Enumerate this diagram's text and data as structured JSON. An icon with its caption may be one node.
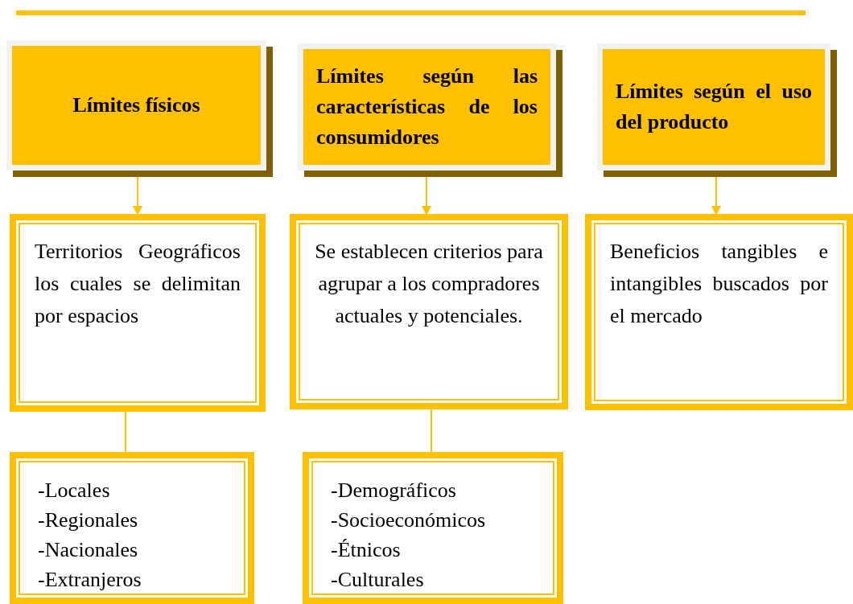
{
  "diagram": {
    "nodes": [
      {
        "text": [
          "Límites físicos"
        ]
      },
      {
        "text": [
          "Límites según las características de los consumidores"
        ]
      },
      {
        "text": [
          "Límites según el uso del producto"
        ]
      },
      {
        "text": [
          "Territorios Geográficos los cuales se delimitan por espacios"
        ]
      },
      {
        "text": [
          "Se establecen criterios para agrupar a los compradores actuales y potenciales."
        ]
      },
      {
        "text": [
          "Beneficios tangibles e intangibles buscados por el mercado"
        ]
      },
      {
        "text": [
          "-Locales",
          "-Regionales",
          "-Nacionales",
          "-Extranjeros"
        ]
      },
      {
        "text": [
          "-Demográficos",
          "-Socioeconómicos",
          "-Étnicos",
          "-Culturales"
        ]
      }
    ],
    "edges": [
      {
        "from": 0,
        "to": 3,
        "arrow": "to"
      },
      {
        "from": 1,
        "to": 4,
        "arrow": "to"
      },
      {
        "from": 2,
        "to": 5,
        "arrow": "to"
      },
      {
        "from": 3,
        "to": 6,
        "arrow": "none"
      },
      {
        "from": 4,
        "to": 7,
        "arrow": "none"
      }
    ]
  }
}
